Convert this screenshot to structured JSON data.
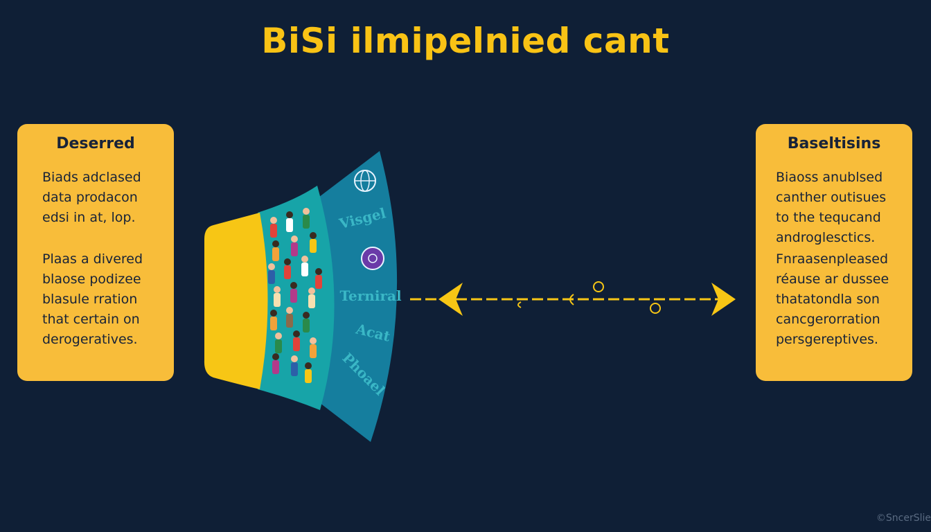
{
  "title": "BiSi ilmipelnied cant",
  "left_card": {
    "heading": "Deserred",
    "para1": [
      "Biads adclased",
      "data prodacon",
      "edsi in at, lop."
    ],
    "para2": [
      "Plaas a divered",
      "blaose podizee",
      "blasule rration",
      "that certain on",
      "derogeratives."
    ]
  },
  "right_card": {
    "heading": "Baseltisins",
    "para1": [
      "Biaoss anublsed",
      "canther outisues",
      "to the tequcand",
      "androglesctics."
    ],
    "para2": [
      "Fnraasenpleased",
      "réause ar dussee",
      "thatatondla son",
      "cancgerorration",
      "persgereptives."
    ]
  },
  "funnel": {
    "labels": [
      "Visgel",
      "Terniral",
      "Acat",
      "Phoael"
    ],
    "colors": {
      "inner": "#17a4a8",
      "outer": "#157e9e",
      "mouth": "#f7c615"
    }
  },
  "arrow_color": "#f7c615",
  "watermark": "©SncerSlie"
}
